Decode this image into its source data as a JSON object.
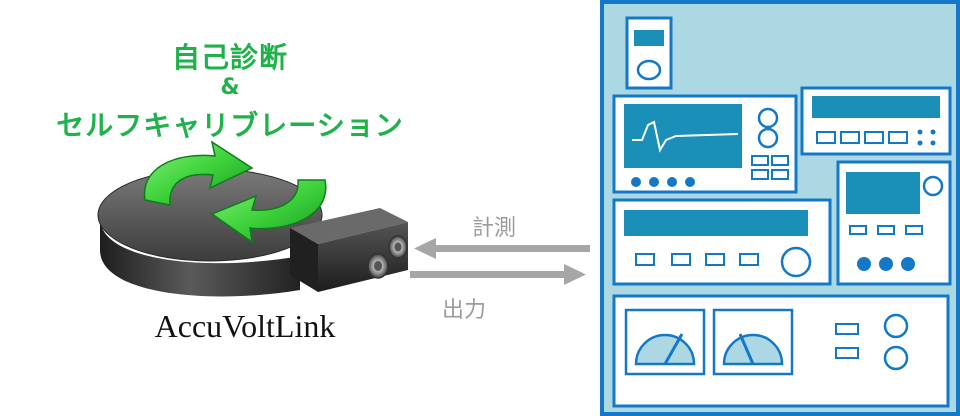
{
  "labels": {
    "title_line1": "自己診断",
    "title_line2": "&",
    "title_line3": "セルフキャリブレーション",
    "measure": "計測",
    "output": "出力",
    "device_name": "AccuVoltLink"
  },
  "colors": {
    "title_green": "#1fb24a",
    "arrow_green": "#39d43c",
    "device_body": "#3a3a3a",
    "arrow_gray": "#a6a6a6",
    "rack_fill": "#abd8e3",
    "rack_border": "#1478c8",
    "screen_fill": "#1a8fb8"
  },
  "icons": {
    "device": "accuvoltlink-device-icon",
    "cycle": "refresh-cycle-icon",
    "rack": "instrument-rack-icon"
  }
}
